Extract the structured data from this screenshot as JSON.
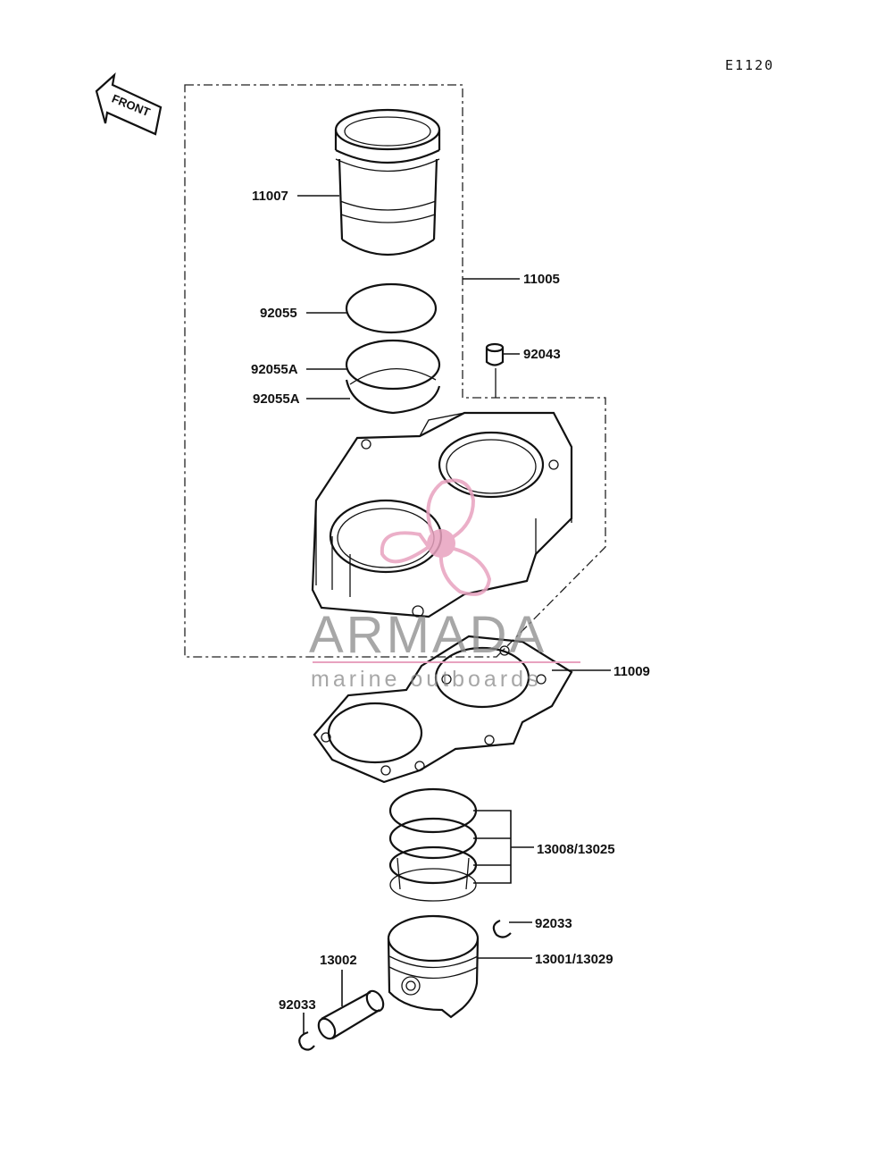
{
  "diagram_code": "E1120",
  "front_label": "FRONT",
  "watermark": {
    "name": "ARMADA",
    "tagline": "marine outboards",
    "accent_color": "#e8a2bf"
  },
  "parts": {
    "cylinder_liner": "11007",
    "cylinder_block_assy": "11005",
    "ring_92055": "92055",
    "ring_92055a_upper": "92055A",
    "ring_92055a_lower": "92055A",
    "dowel_pin": "92043",
    "gasket": "11009",
    "piston_rings": "13008/13025",
    "circlip_right": "92033",
    "piston": "13001/13029",
    "piston_pin": "13002",
    "circlip_left": "92033"
  }
}
